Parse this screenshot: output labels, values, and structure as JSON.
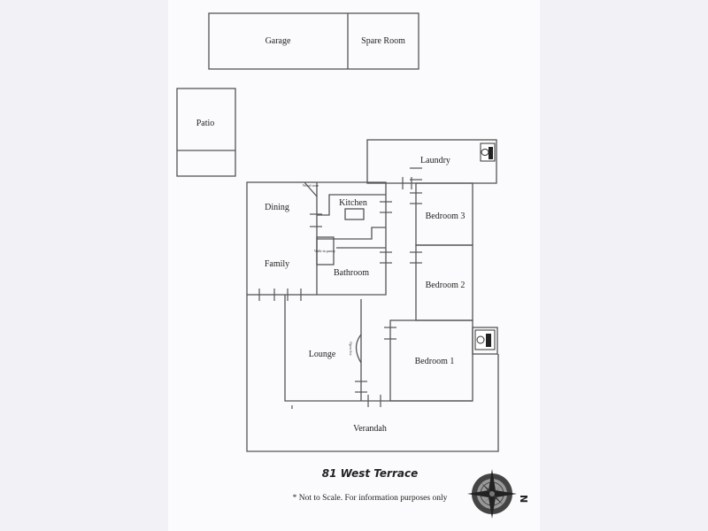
{
  "rooms": {
    "garage": "Garage",
    "spare_room": "Spare Room",
    "patio": "Patio",
    "laundry": "Laundry",
    "dining": "Dining",
    "wood_store": "Wood store",
    "kitchen": "Kitchen",
    "walk_in_pantry": "Walk-in pantry",
    "family": "Family",
    "bathroom": "Bathroom",
    "bedroom3": "Bedroom 3",
    "bedroom2": "Bedroom 2",
    "bedroom1": "Bedroom 1",
    "lounge": "Lounge",
    "open_fire": "Open fire",
    "verandah": "Verandah"
  },
  "title": "81 West Terrace",
  "note": "* Not to Scale. For information purposes only",
  "compass": {
    "label": "N",
    "icon": "compass-rose-icon"
  }
}
